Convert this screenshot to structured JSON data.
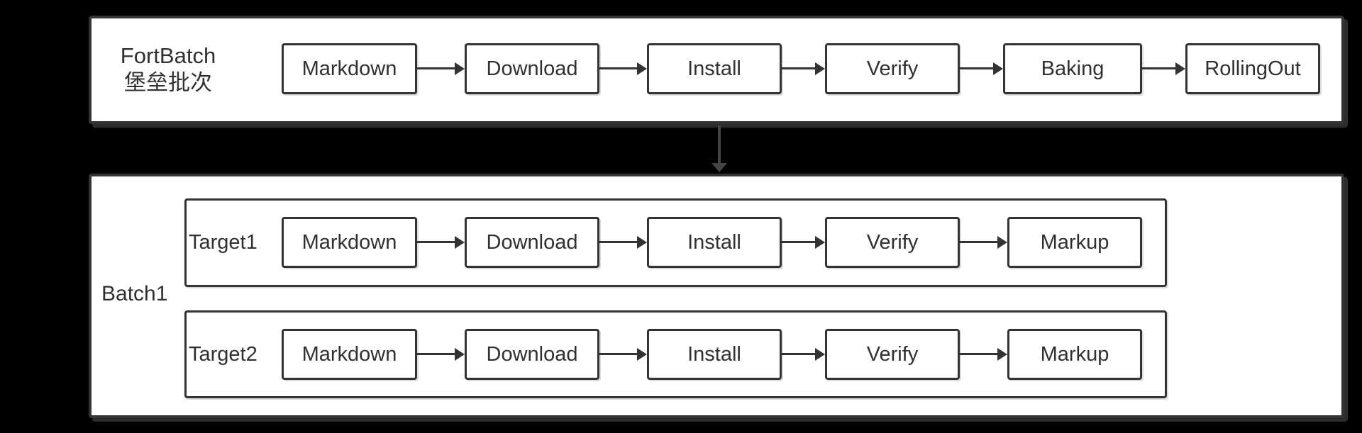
{
  "colors": {
    "background": "#000000",
    "panel": "#ffffff",
    "border": "#333333",
    "text": "#303030",
    "connector_arrow": "#454545"
  },
  "fortbatch": {
    "label_line1": "FortBatch",
    "label_line2": "堡垒批次",
    "stages": [
      "Markdown",
      "Download",
      "Install",
      "Verify",
      "Baking",
      "RollingOut"
    ]
  },
  "batch": {
    "label": "Batch1",
    "targets": [
      {
        "label": "Target1",
        "stages": [
          "Markdown",
          "Download",
          "Install",
          "Verify",
          "Markup"
        ]
      },
      {
        "label": "Target2",
        "stages": [
          "Markdown",
          "Download",
          "Install",
          "Verify",
          "Markup"
        ]
      }
    ]
  }
}
